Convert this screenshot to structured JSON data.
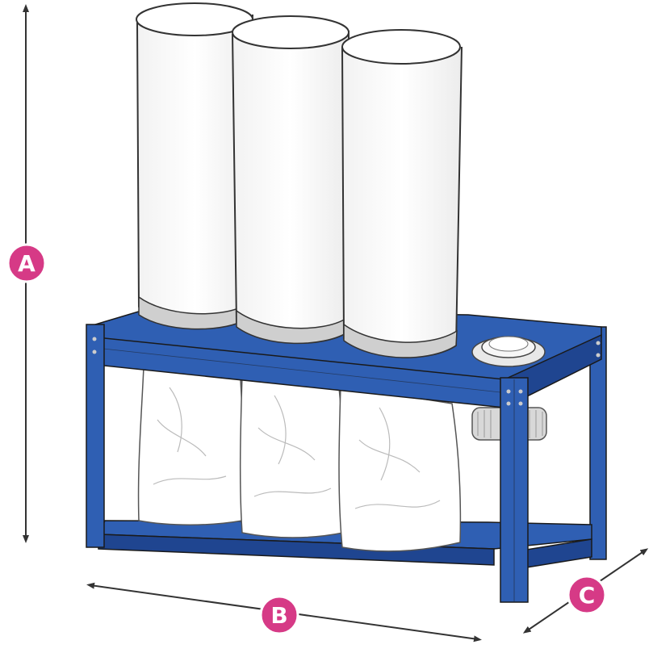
{
  "dimension_labels": {
    "height": "A",
    "width": "B",
    "depth": "C"
  },
  "colors": {
    "frame_blue": "#2f5fb3",
    "frame_dark": "#1f4590",
    "badge_fill": "#d63a86",
    "arrow": "#333333",
    "bag_gray": "#cfcfcf"
  }
}
